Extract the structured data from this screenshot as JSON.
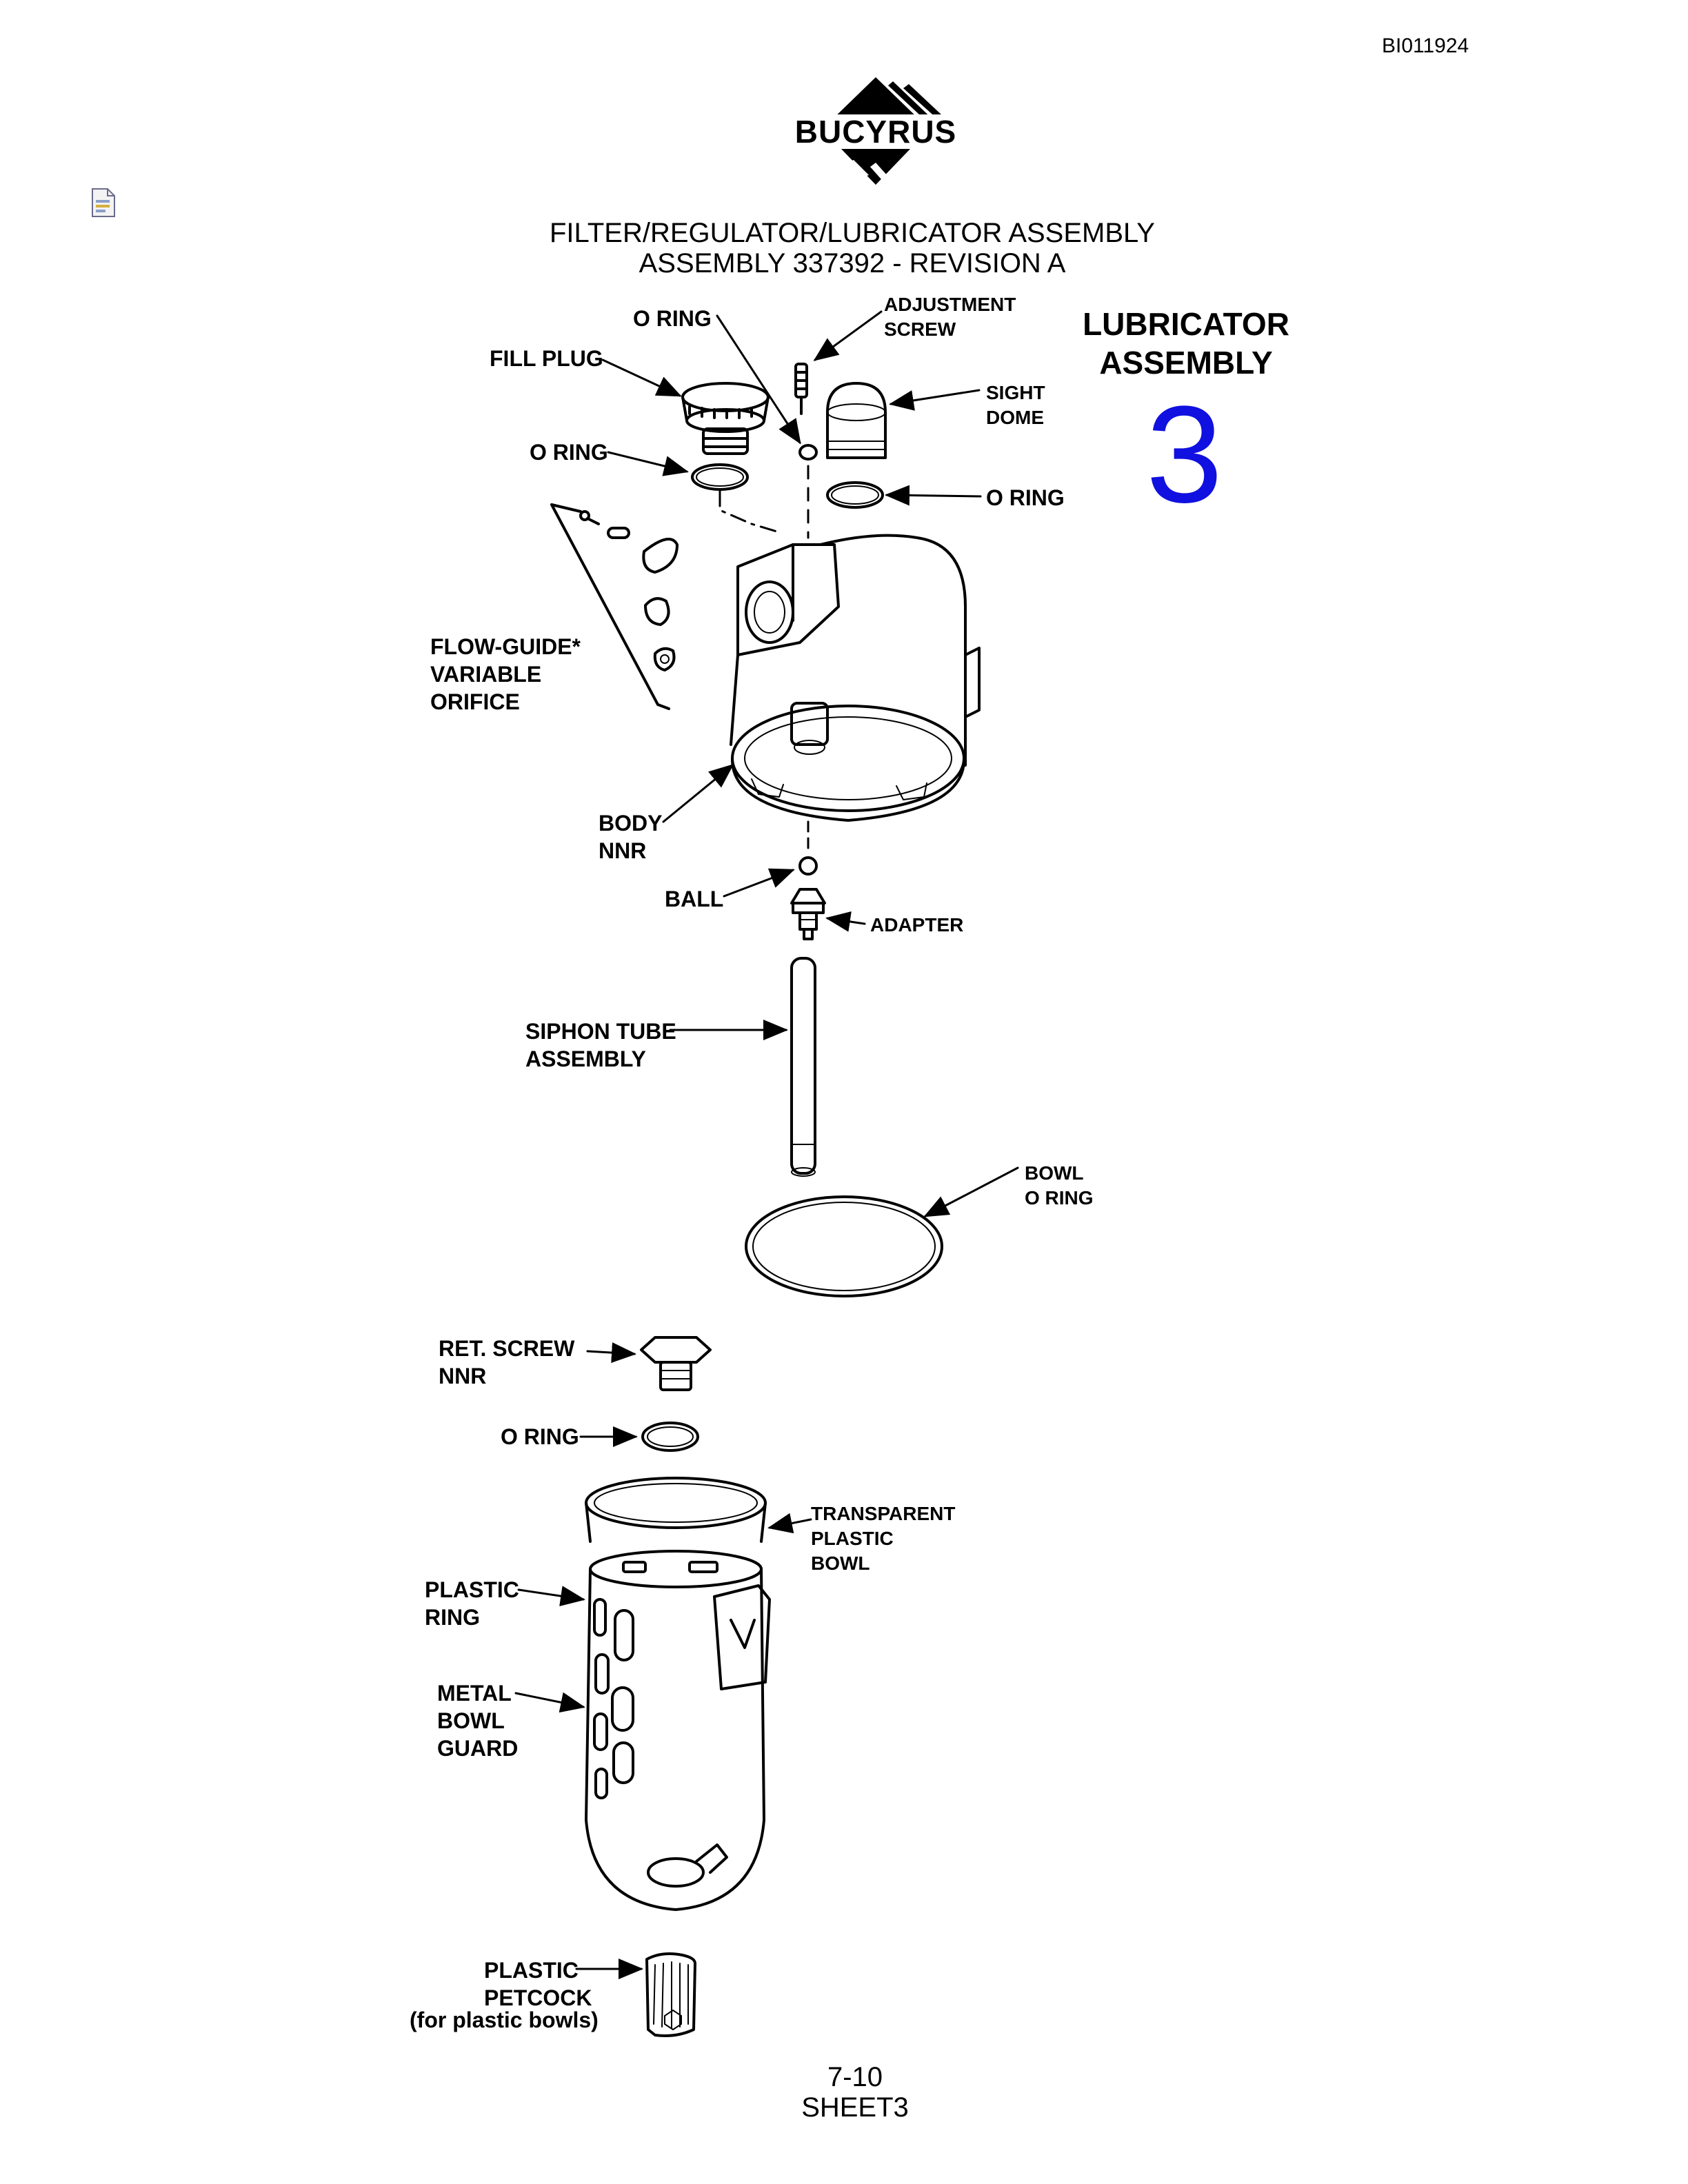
{
  "header": {
    "doc_id": "BI011924",
    "logo_text": "BUCYRUS",
    "title_line1": "FILTER/REGULATOR/LUBRICATOR ASSEMBLY",
    "title_line2": "ASSEMBLY 337392 - REVISION A"
  },
  "section": {
    "title_line1": "LUBRICATOR",
    "title_line2": "ASSEMBLY",
    "number": "3"
  },
  "labels": {
    "o_ring_top": "O RING",
    "adjustment_screw": "ADJUSTMENT\nSCREW",
    "fill_plug": "FILL PLUG",
    "sight_dome": "SIGHT\nDOME",
    "o_ring_left": "O RING",
    "o_ring_right": "O RING",
    "flow_guide": "FLOW-GUIDE*\nVARIABLE\nORIFICE",
    "body": "BODY\nNNR",
    "ball": "BALL",
    "adapter": "ADAPTER",
    "siphon_tube": "SIPHON TUBE\nASSEMBLY",
    "bowl_o_ring": "BOWL\nO RING",
    "ret_screw": "RET. SCREW\nNNR",
    "o_ring_lower": "O RING",
    "transparent_bowl": "TRANSPARENT\nPLASTIC\nBOWL",
    "plastic_ring": "PLASTIC\nRING",
    "metal_bowl_guard": "METAL\nBOWL\nGUARD",
    "plastic_petcock": "PLASTIC\nPETCOCK",
    "petcock_note": "(for plastic bowls)"
  },
  "footer": {
    "page": "7-10",
    "sheet": "SHEET3"
  },
  "icons": {
    "attachment": "document-attachment-icon"
  },
  "colors": {
    "section_number": "#1010e0"
  }
}
